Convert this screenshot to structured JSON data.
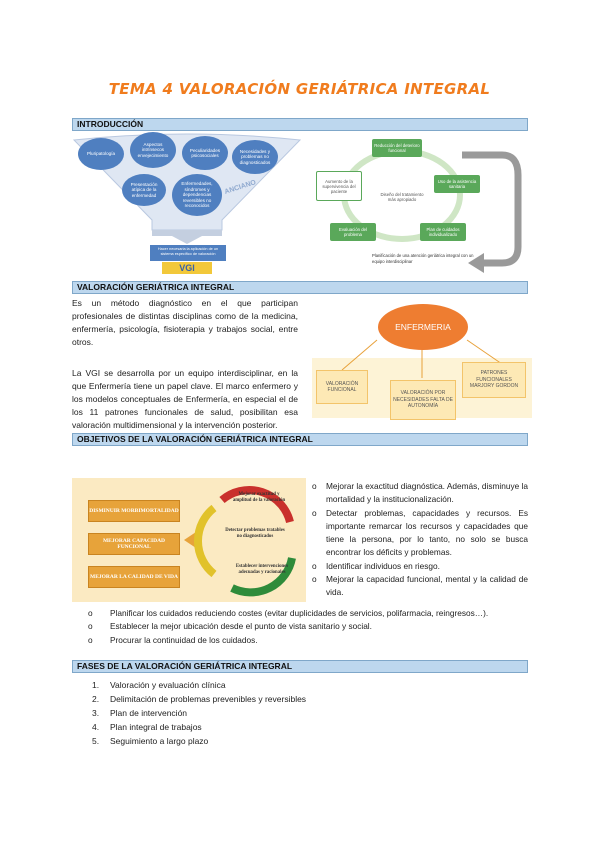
{
  "title": "TEMA 4 VALORACIÓN GERIÁTRICA INTEGRAL",
  "sections": {
    "intro": "INTRODUCCIÓN",
    "vgi": "VALORACIÓN GERIÁTRICA INTEGRAL",
    "objetivos": "OBJETIVOS DE LA VALORACIÓN GERIÁTRICA INTEGRAL",
    "fases": "FASES DE LA VALORACIÓN GERIÁTRICA INTEGRAL"
  },
  "funnel": {
    "top_items": [
      "Pluripatología",
      "Aspectos intrínsecos envejecimiento",
      "Peculiaridades psicosociales",
      "Necesidades y problemas no diagnosticados"
    ],
    "mid_items": [
      "Presentación atípica de la enfermedad",
      "Enfermedades, síndromes y dependencias reversibles no reconocidos"
    ],
    "side_label": "ANCIANO",
    "bottom_text": "Hacer necesaria la aplicación de un sistema específico de valoración",
    "badge": "VGI"
  },
  "cycle": {
    "top": "Reducción del deterioro funcional",
    "right": "Uso de la asistencia sanitaria",
    "bottom_right": "Plan de cuidados individualizado",
    "bottom_left": "Evaluación del problema",
    "left": "Aumento de la supervivencia del paciente",
    "center": "Diseño del tratamiento más apropiado",
    "caption": "Planificación de una atención geriátrica integral con un equipo interdisciplinar"
  },
  "vgi_para1": "Es un método diagnóstico en el que participan profesionales de distintas disciplinas como de la medicina, enfermería, psicología, fisioterapia y trabajos social, entre otros.",
  "vgi_para2": "La VGI se desarrolla por un equipo interdisciplinar, en la que Enfermería tiene un papel clave. El marco enfermero y los modelos conceptuales de Enfermería, en especial el de los 11 patrones funcionales de salud, posibilitan esa valoración multidimensional y la intervención posterior.",
  "enfermeria": {
    "center": "ENFERMERIA",
    "left": "VALORACIÓN FUNCIONAL",
    "middle": "VALORACIÓN POR NECESIDADES FALTA DE AUTONOMÍA",
    "right": "PATRONES FUNCIONALES MARJORY GORDON"
  },
  "objetivos_graphic": {
    "boxes": [
      "DISMINUIR MORBIMORTALIDAD",
      "MEJORAR CAPACIDAD FUNCIONAL",
      "MEJORAR LA CALIDAD DE VIDA"
    ],
    "cycle": [
      "Mejorar exactitud y amplitud de la valoración",
      "Detectar problemas tratables no diagnosticados",
      "Establecer intervenciones adecuadas y racionales"
    ]
  },
  "objetivos_right": [
    "Mejorar la exactitud diagnóstica. Además, disminuye la mortalidad y la institucionalización.",
    "Detectar problemas, capacidades y recursos. Es importante remarcar los recursos y capacidades que tiene la persona, por lo tanto, no solo se busca encontrar los déficits y problemas.",
    "Identificar individuos en riesgo.",
    "Mejorar la capacidad funcional, mental y la calidad de vida."
  ],
  "objetivos_full": [
    "Planificar los cuidados reduciendo costes (evitar duplicidades de servicios, polifarmacia, reingresos…).",
    "Establecer la mejor ubicación desde el punto de vista sanitario y social.",
    "Procurar la continuidad de los cuidados."
  ],
  "bullet_mark": "o",
  "fases": [
    {
      "n": "1.",
      "text": "Valoración y evaluación clínica"
    },
    {
      "n": "2.",
      "text": "Delimitación de problemas prevenibles y reversibles"
    },
    {
      "n": "3.",
      "text": "Plan de intervención"
    },
    {
      "n": "4.",
      "text": "Plan integral de trabajos"
    },
    {
      "n": "5.",
      "text": "Seguimiento a largo plazo"
    }
  ],
  "colors": {
    "title": "#f07c1e",
    "bar": "#bdd7ee",
    "bubble": "#4f7fc0",
    "green": "#5aa85a",
    "orange": "#ee7d31"
  }
}
